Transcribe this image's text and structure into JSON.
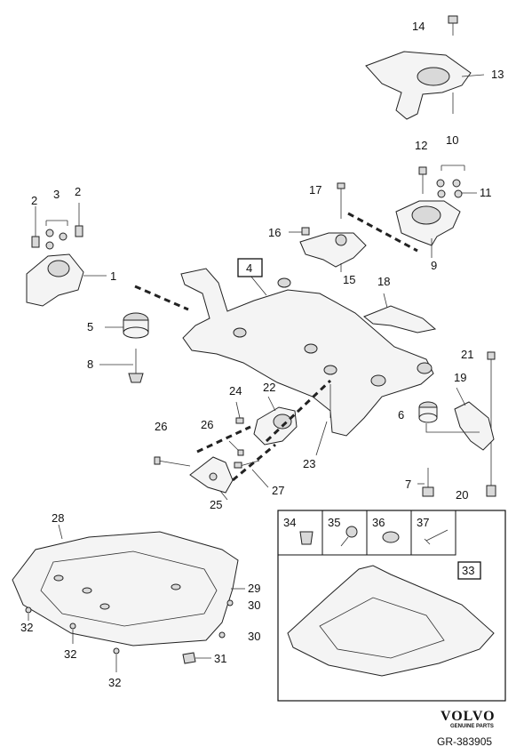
{
  "callouts": {
    "c1": "1",
    "c2a": "2",
    "c2b": "2",
    "c3": "3",
    "c4": "4",
    "c5": "5",
    "c6": "6",
    "c7": "7",
    "c8": "8",
    "c9": "9",
    "c10": "10",
    "c11": "11",
    "c12": "12",
    "c13": "13",
    "c14": "14",
    "c15": "15",
    "c16": "16",
    "c17": "17",
    "c18": "18",
    "c19": "19",
    "c20": "20",
    "c21": "21",
    "c22": "22",
    "c23": "23",
    "c24": "24",
    "c25": "25",
    "c26a": "26",
    "c26b": "26",
    "c27": "27",
    "c28": "28",
    "c29": "29",
    "c30a": "30",
    "c30b": "30",
    "c31": "31",
    "c32a": "32",
    "c32b": "32",
    "c32c": "32",
    "c33": "33",
    "c34": "34",
    "c35": "35",
    "c36": "36",
    "c37": "37"
  },
  "brand": {
    "logo": "VOLVO",
    "tagline": "GENUINE PARTS"
  },
  "drawing_code": "GR-383905"
}
